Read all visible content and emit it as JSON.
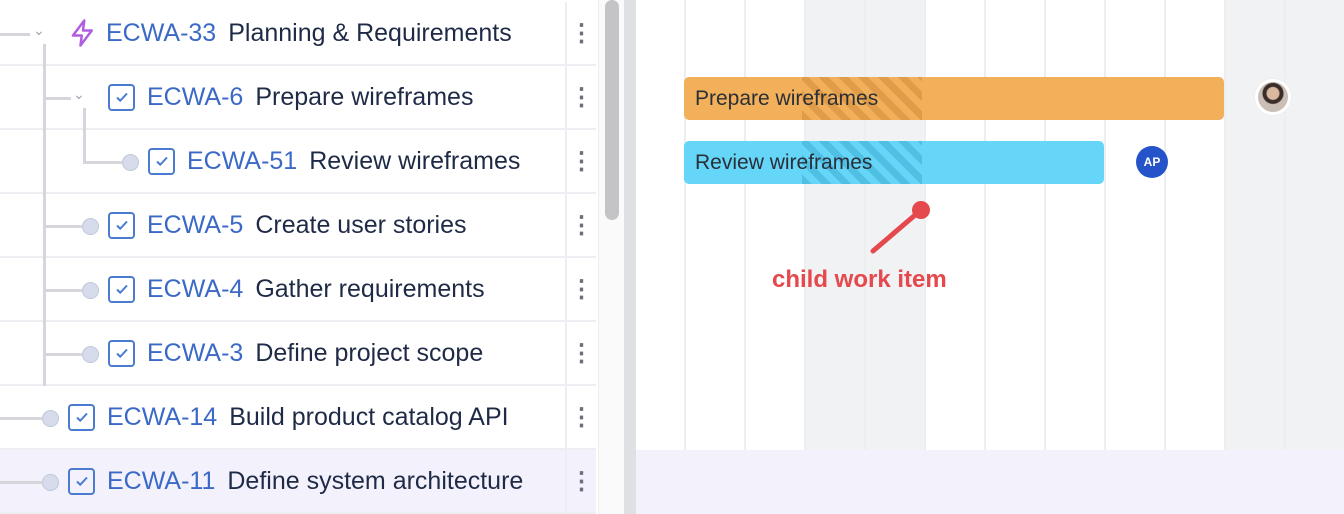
{
  "rows": [
    {
      "key": "ECWA-33",
      "title": "Planning & Requirements",
      "icon": "epic-lightning-icon",
      "expanded": true
    },
    {
      "key": "ECWA-6",
      "title": "Prepare wireframes",
      "icon": "task-checkbox-icon",
      "expanded": true
    },
    {
      "key": "ECWA-51",
      "title": "Review wireframes",
      "icon": "task-checkbox-icon"
    },
    {
      "key": "ECWA-5",
      "title": "Create user stories",
      "icon": "task-checkbox-icon"
    },
    {
      "key": "ECWA-4",
      "title": "Gather requirements",
      "icon": "task-checkbox-icon"
    },
    {
      "key": "ECWA-3",
      "title": "Define project scope",
      "icon": "task-checkbox-icon"
    },
    {
      "key": "ECWA-14",
      "title": "Build product catalog API",
      "icon": "task-checkbox-icon"
    },
    {
      "key": "ECWA-11",
      "title": "Define system architecture",
      "icon": "task-checkbox-icon",
      "selected": true
    }
  ],
  "kebab": "⋮",
  "bars": [
    {
      "label": "Prepare wireframes",
      "color": "#f2b05a",
      "assignee": "photo"
    },
    {
      "label": "Review wireframes",
      "color": "#65d5f8",
      "assignee": "AP",
      "assignee_color": "#2553c9"
    }
  ],
  "annotation": {
    "text": "child work item",
    "color": "#e5484d"
  }
}
